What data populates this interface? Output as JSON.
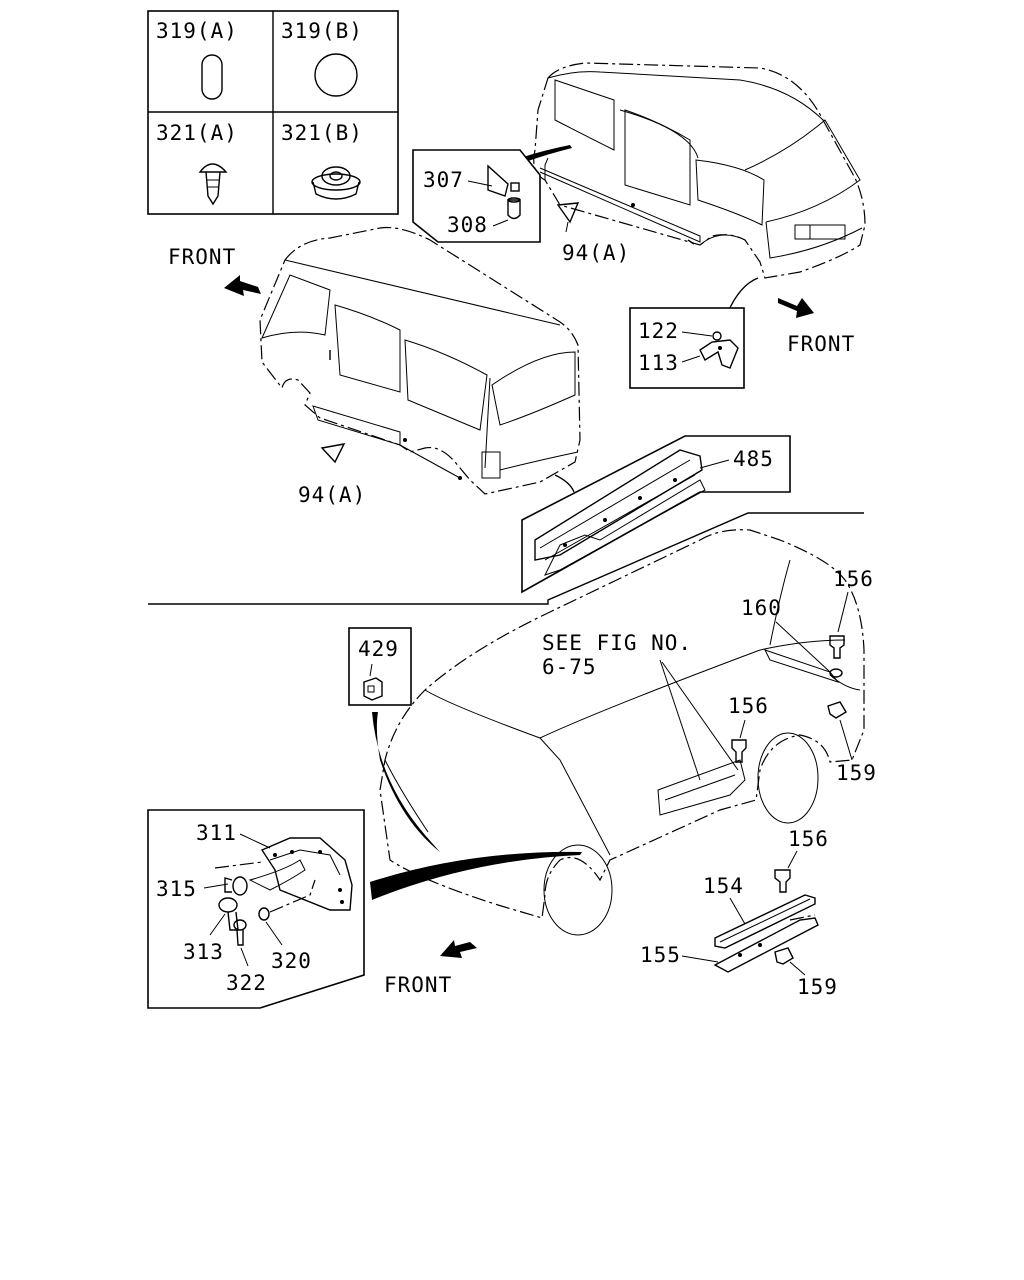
{
  "legend": {
    "c1": "319(A)",
    "c2": "319(B)",
    "c3": "321(A)",
    "c4": "321(B)"
  },
  "labels": {
    "front": "FRONT",
    "p307": "307",
    "p308": "308",
    "p94a": "94(A)",
    "p122": "122",
    "p113": "113",
    "p485": "485",
    "p429": "429",
    "p156": "156",
    "p160": "160",
    "p159": "159",
    "p154": "154",
    "p155": "155",
    "p311": "311",
    "p315": "315",
    "p313": "313",
    "p322": "322",
    "p320": "320",
    "see_fig_1": "SEE FIG NO.",
    "see_fig_2": "6-75"
  }
}
